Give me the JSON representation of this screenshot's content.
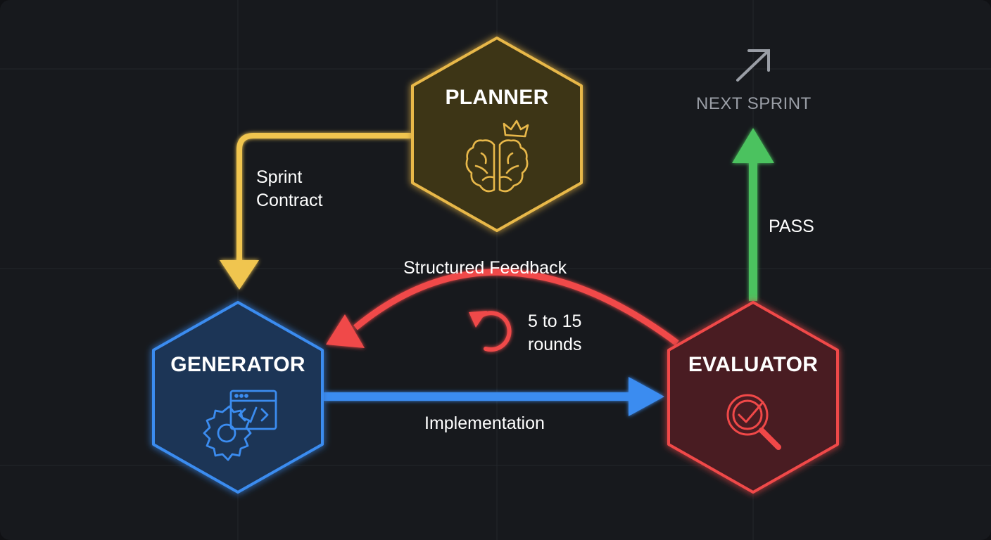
{
  "nodes": {
    "planner": {
      "title": "PLANNER",
      "icon": "brain-crown-icon",
      "color": "#e8b84a"
    },
    "generator": {
      "title": "GENERATOR",
      "icon": "code-gear-icon",
      "color": "#3b8cf0"
    },
    "evaluator": {
      "title": "EVALUATOR",
      "icon": "check-magnifier-icon",
      "color": "#f04848"
    }
  },
  "edges": {
    "sprint_contract": {
      "line1": "Sprint",
      "line2": "Contract",
      "color": "#f0c550"
    },
    "structured_feedback": {
      "label": "Structured Feedback",
      "color": "#f04848"
    },
    "rounds": {
      "line1": "5 to 15",
      "line2": "rounds",
      "icon": "loop-arrow-icon"
    },
    "implementation": {
      "label": "Implementation",
      "color": "#3b8cf0"
    },
    "pass": {
      "label": "PASS",
      "color": "#4cc25e"
    }
  },
  "next_sprint": {
    "label": "NEXT SPRINT",
    "icon": "arrow-up-right-icon",
    "color": "#9a9ea6"
  }
}
